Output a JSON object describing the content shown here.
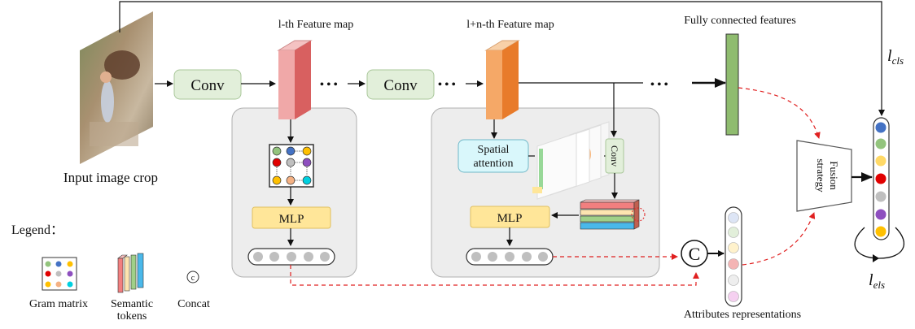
{
  "labels": {
    "input": "Input image crop",
    "l_feature": "l-th Feature map",
    "ln_feature": "l+n-th Feature map",
    "fc": "Fully connected features",
    "conv1": "Conv",
    "conv2": "Conv",
    "conv_small": "Conv",
    "mlp1": "MLP",
    "mlp2": "MLP",
    "spatial_line1": "Spatial",
    "spatial_line2": "attention",
    "fusion_line1": "Fusion",
    "fusion_line2": "strategy",
    "concat_symbol": "C",
    "attributes": "Attributes representations",
    "loss_cls_main": "l",
    "loss_cls_sub": "cls",
    "loss_els_main": "l",
    "loss_els_sub": "els",
    "ellipsis": "• • •",
    "legend_title": "Legend：",
    "legend_gram": "Gram matrix",
    "legend_semantic_1": "Semantic",
    "legend_semantic_2": "tokens",
    "legend_concat": "Concat",
    "legend_concat_symbol": "c"
  },
  "colors": {
    "green_box": "#e2efda",
    "green_border": "#a9c79a",
    "gray_panel": "#ededed",
    "gray_border": "#b0b0b0",
    "mlp_fill": "#ffe699",
    "fc_green": "#8fbc6f",
    "feature_pink": "#e89a9a",
    "feature_orange": "#f0a060",
    "spatial_fill": "#d9f7fb",
    "dashed_red": "#e02020"
  },
  "cls_stack_colors": [
    "#4472c4",
    "#93c47d",
    "#ffd966",
    "#e00000",
    "#bfbfbf",
    "#8e4fbf",
    "#ffc000"
  ],
  "attr_stack_colors": [
    "#dde5f5",
    "#e2efda",
    "#fff2cc",
    "#f4b4b4",
    "#eeeeee",
    "#f5d0f0"
  ],
  "gram_colors": [
    "#93c47d",
    "#4472c4",
    "#ffc000",
    "#e00000",
    "#bfbfbf",
    "#8e4fbf",
    "#ffc000",
    "#f4b183",
    "#00d0e0"
  ]
}
